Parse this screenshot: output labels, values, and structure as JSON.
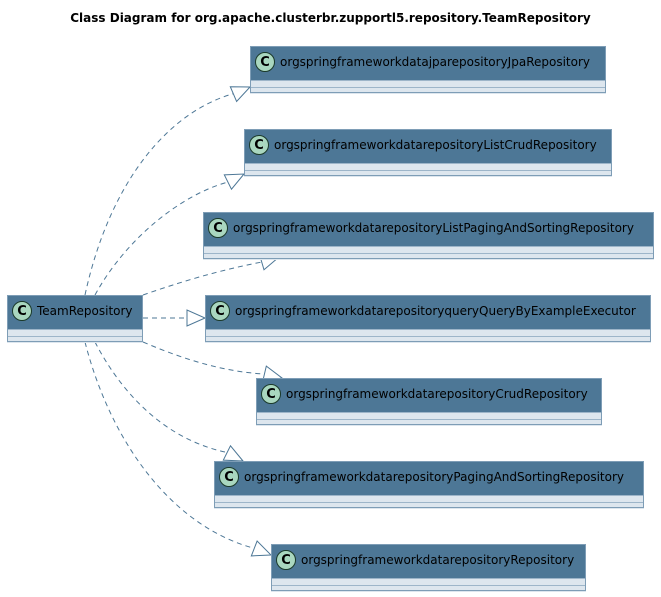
{
  "diagram": {
    "title": "Class Diagram for org.apache.clusterbr.zupportl5.repository.TeamRepository",
    "stereotype_letter": "C",
    "colors": {
      "header": "#4d7796",
      "compartment": "#dde6ee",
      "badge": "#a9d7bf",
      "edge": "#4d7796"
    },
    "classes": [
      {
        "id": "team",
        "name": "TeamRepository"
      },
      {
        "id": "jpa",
        "name": "orgspringframeworkdatajparepositoryJpaRepository"
      },
      {
        "id": "listcrud",
        "name": "orgspringframeworkdatarepositoryListCrudRepository"
      },
      {
        "id": "listpaging",
        "name": "orgspringframeworkdatarepositoryListPagingAndSortingRepository"
      },
      {
        "id": "qbe",
        "name": "orgspringframeworkdatarepositoryqueryQueryByExampleExecutor"
      },
      {
        "id": "crud",
        "name": "orgspringframeworkdatarepositoryCrudRepository"
      },
      {
        "id": "paging",
        "name": "orgspringframeworkdatarepositoryPagingAndSortingRepository"
      },
      {
        "id": "repo",
        "name": "orgspringframeworkdatarepositoryRepository"
      }
    ],
    "relations": [
      {
        "from": "team",
        "to": "jpa",
        "type": "realization"
      },
      {
        "from": "team",
        "to": "listcrud",
        "type": "realization"
      },
      {
        "from": "team",
        "to": "listpaging",
        "type": "realization"
      },
      {
        "from": "team",
        "to": "qbe",
        "type": "realization"
      },
      {
        "from": "team",
        "to": "crud",
        "type": "realization"
      },
      {
        "from": "team",
        "to": "paging",
        "type": "realization"
      },
      {
        "from": "team",
        "to": "repo",
        "type": "realization"
      }
    ]
  }
}
